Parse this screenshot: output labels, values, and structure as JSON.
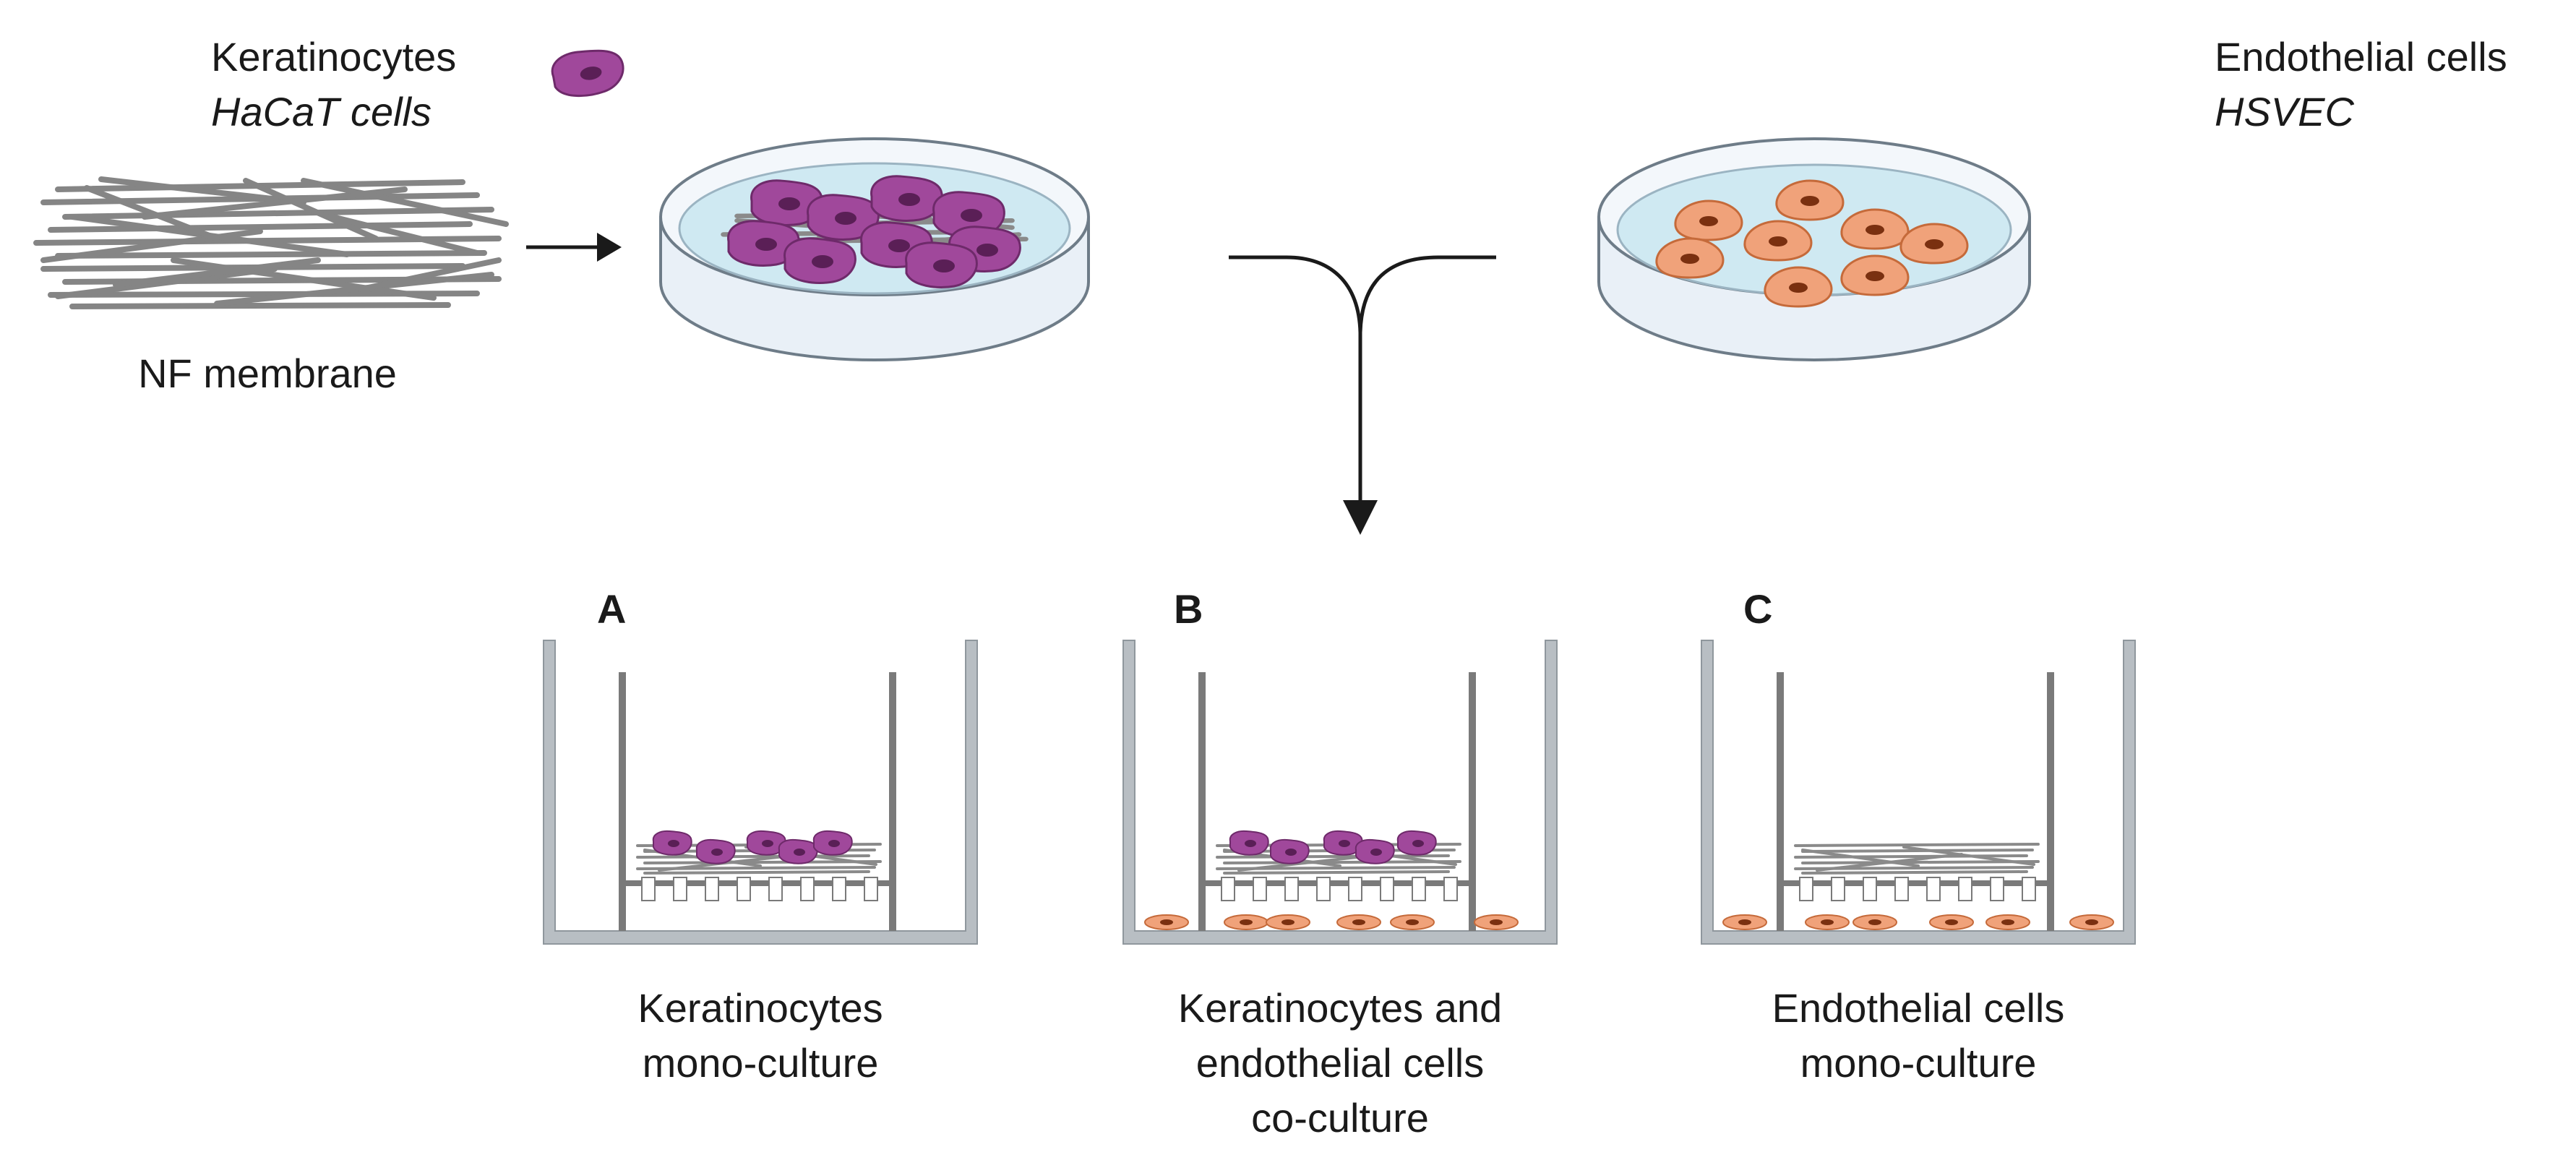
{
  "keratinocytes": {
    "name": "Keratinocytes",
    "cell_line": "HaCaT cells"
  },
  "endothelial": {
    "name": "Endothelial cells",
    "cell_line": "HSVEC"
  },
  "membrane": {
    "label": "NF membrane"
  },
  "panels": [
    {
      "letter": "A",
      "caption": [
        "Keratinocytes",
        "mono-culture"
      ]
    },
    {
      "letter": "B",
      "caption": [
        "Keratinocytes and",
        "endothelial cells",
        "co-culture"
      ]
    },
    {
      "letter": "C",
      "caption": [
        "Endothelial cells",
        "mono-culture"
      ]
    }
  ],
  "colors": {
    "keratinocyte_fill": "#a0489b",
    "keratinocyte_nucleus": "#5a1f56",
    "endothelial_fill": "#f0a27a",
    "endothelial_nucleus": "#7a3010",
    "fiber": "#8a8a8a",
    "dish_medium": "#cfe9f2",
    "well_wall": "#b8bec3",
    "insert_wall": "#7a7a7a"
  }
}
